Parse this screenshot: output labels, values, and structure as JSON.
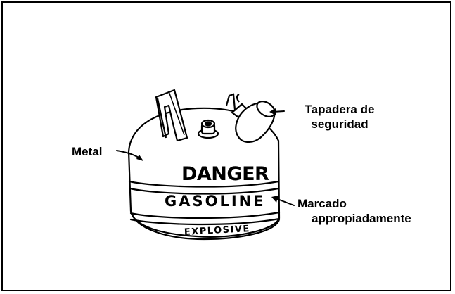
{
  "labels": {
    "metal": "Metal",
    "tapadera_line1": "Tapadera de",
    "tapadera_line2": "seguridad",
    "marcado_line1": "Marcado",
    "marcado_line2": "appropiadamente"
  },
  "can_bands": {
    "top": "DANGER",
    "middle": "GASOLINE",
    "bottom": "EXPLOSIVE"
  },
  "colors": {
    "ink": "#000000",
    "paper": "#ffffff"
  }
}
